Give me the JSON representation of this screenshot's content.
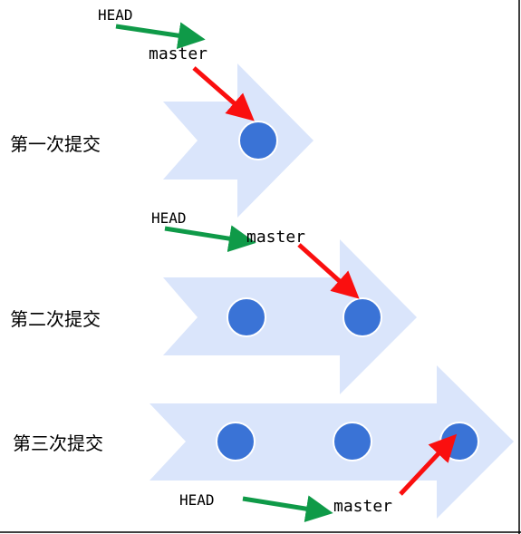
{
  "colors": {
    "background": "#ffffff",
    "arrow_fill": "#dae5fb",
    "commit_fill": "#3a73d6",
    "commit_stroke": "#ffffff",
    "head_arrow": "#0f9a48",
    "branch_arrow": "#fa0f0f",
    "text": "#000000"
  },
  "rows": [
    {
      "title": "第一次提交",
      "head_label": "HEAD",
      "branch_label": "master",
      "commit_count": 1
    },
    {
      "title": "第二次提交",
      "head_label": "HEAD",
      "branch_label": "master",
      "commit_count": 2
    },
    {
      "title": "第三次提交",
      "head_label": "HEAD",
      "branch_label": "master",
      "commit_count": 3
    }
  ]
}
